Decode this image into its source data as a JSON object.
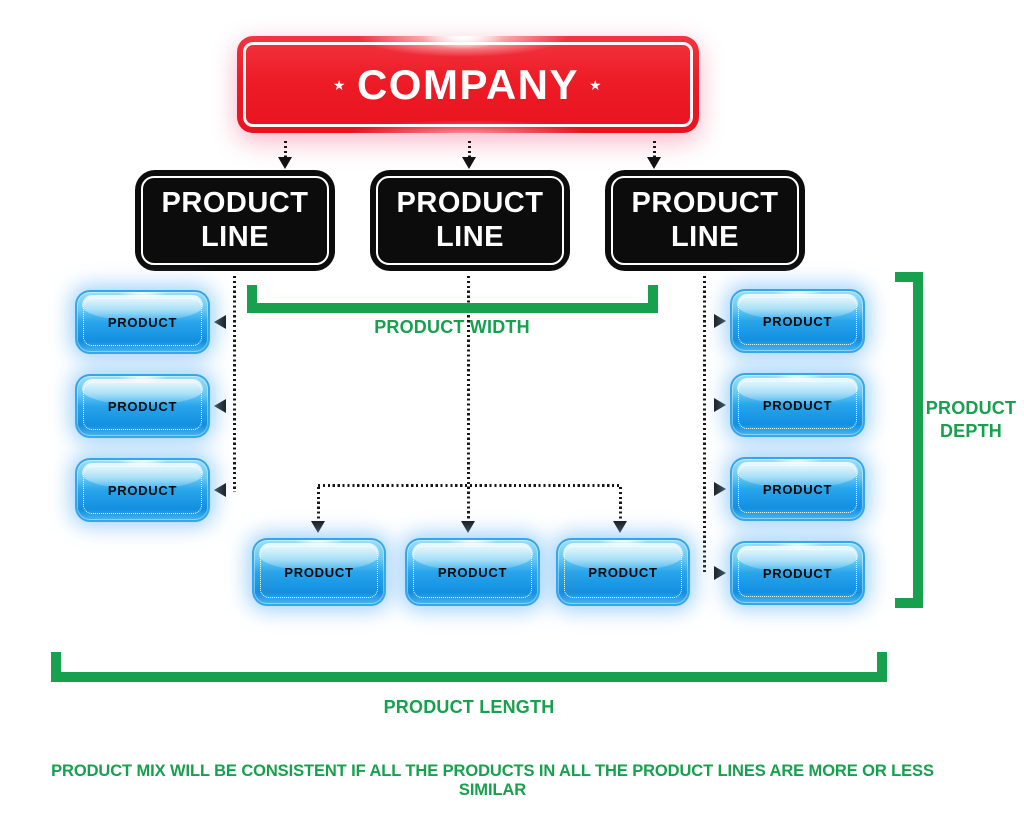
{
  "company": {
    "label": "COMPANY",
    "star_left": "★",
    "star_right": "★"
  },
  "product_lines": [
    {
      "label": "PRODUCT LINE"
    },
    {
      "label": "PRODUCT LINE"
    },
    {
      "label": "PRODUCT LINE"
    }
  ],
  "left_products": [
    "PRODUCT",
    "PRODUCT",
    "PRODUCT"
  ],
  "right_products": [
    "PRODUCT",
    "PRODUCT",
    "PRODUCT",
    "PRODUCT"
  ],
  "bottom_products": [
    "PRODUCT",
    "PRODUCT",
    "PRODUCT"
  ],
  "dimension_labels": {
    "width": "PRODUCT WIDTH",
    "depth": "PRODUCT DEPTH",
    "length": "PRODUCT LENGTH"
  },
  "footnote": "PRODUCT MIX WILL BE CONSISTENT IF ALL THE PRODUCTS IN ALL THE PRODUCT LINES ARE MORE OR LESS SIMILAR",
  "colors": {
    "company_red": "#ed1c26",
    "product_line_black": "#0c0c0c",
    "accent_green": "#17a04d",
    "product_blue_top": "#9adef8",
    "product_blue_bottom": "#1292e2"
  }
}
